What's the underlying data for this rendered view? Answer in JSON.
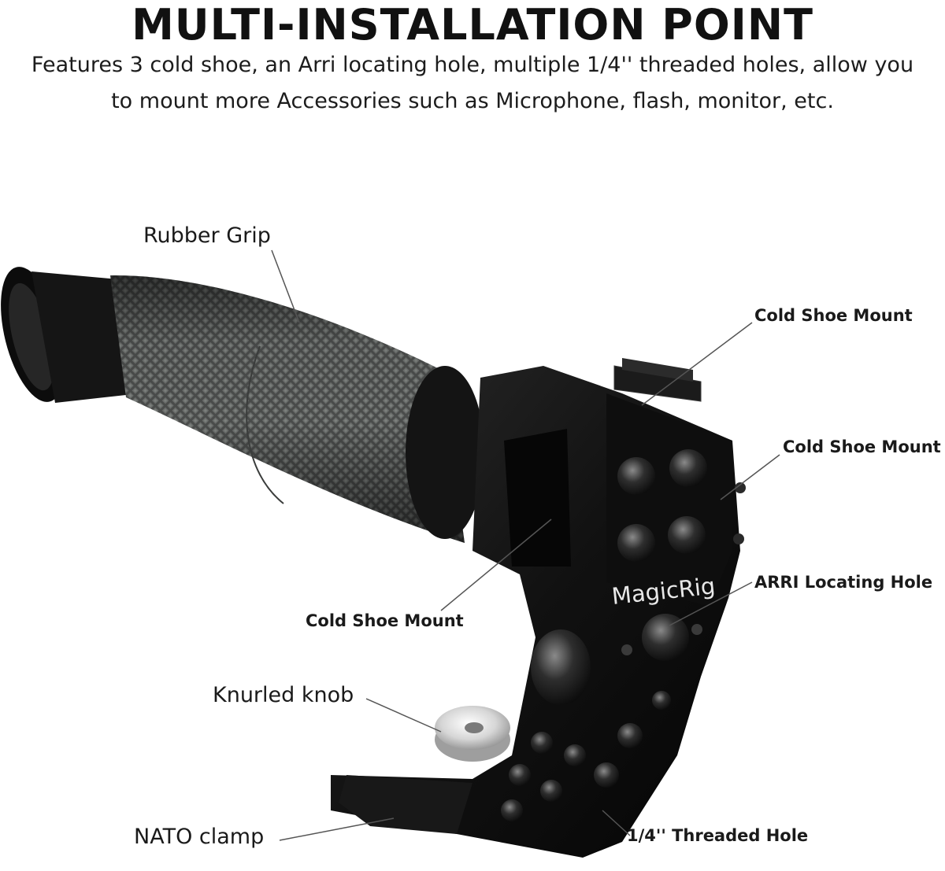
{
  "header": {
    "title": "MULTI-INSTALLATION POINT",
    "description_line1": "Features 3 cold shoe, an Arri locating hole, multiple 1/4'' threaded holes, allow you",
    "description_line2": "to mount more Accessories such as Microphone, flash, monitor, etc."
  },
  "product": {
    "brand_engraving": "MagicRig"
  },
  "callouts": {
    "rubber_grip": "Rubber Grip",
    "cold_shoe_top": "Cold Shoe Mount",
    "cold_shoe_right": "Cold Shoe Mount",
    "cold_shoe_left": "Cold Shoe Mount",
    "arri_hole": "ARRI Locating Hole",
    "knurled_knob": "Knurled knob",
    "nato_clamp": "NATO clamp",
    "threaded_hole": "1/4'' Threaded Hole"
  }
}
